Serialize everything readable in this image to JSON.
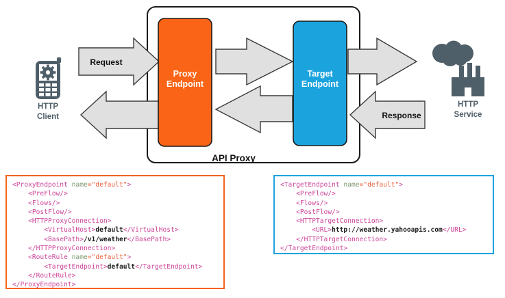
{
  "diagram": {
    "container_label": "API Proxy",
    "nodes": {
      "client": {
        "label_line1": "HTTP",
        "label_line2": "Client",
        "icon": "mobile-phone-gear-icon",
        "color": "#4F5F69"
      },
      "proxy_endpoint": {
        "label_line1": "Proxy",
        "label_line2": "Endpoint",
        "color": "#FA6416",
        "text_color": "#ffffff"
      },
      "target_endpoint": {
        "label_line1": "Target",
        "label_line2": "Endpoint",
        "color": "#1BA3DE",
        "text_color": "#ffffff"
      },
      "service": {
        "label_line1": "HTTP",
        "label_line2": "Service",
        "icon": "factory-cloud-icon",
        "color": "#4F5F69"
      }
    },
    "arrows": {
      "request_label": "Request",
      "response_label": "Response",
      "fill": "#E0E0E0",
      "stroke": "#3b3b3b"
    }
  },
  "code_panels": {
    "proxy": {
      "border_color": "#F4631B",
      "lines": [
        [
          {
            "t": "tag",
            "s": "<ProxyEndpoint "
          },
          {
            "t": "attr",
            "s": "name"
          },
          {
            "t": "val",
            "s": "=\"default\""
          },
          {
            "t": "tag",
            "s": ">"
          }
        ],
        [
          {
            "t": "plain",
            "s": "    "
          },
          {
            "t": "tag",
            "s": "<PreFlow/>"
          }
        ],
        [
          {
            "t": "plain",
            "s": "    "
          },
          {
            "t": "tag",
            "s": "<Flows/>"
          }
        ],
        [
          {
            "t": "plain",
            "s": "    "
          },
          {
            "t": "tag",
            "s": "<PostFlow/>"
          }
        ],
        [
          {
            "t": "plain",
            "s": "    "
          },
          {
            "t": "tag",
            "s": "<HTTPProxyConnection>"
          }
        ],
        [
          {
            "t": "plain",
            "s": "        "
          },
          {
            "t": "tag",
            "s": "<VirtualHost>"
          },
          {
            "t": "txt",
            "s": "default"
          },
          {
            "t": "tag",
            "s": "</VirtualHost>"
          }
        ],
        [
          {
            "t": "plain",
            "s": "        "
          },
          {
            "t": "tag",
            "s": "<BasePath>"
          },
          {
            "t": "txt",
            "s": "/v1/weather"
          },
          {
            "t": "tag",
            "s": "</BasePath>"
          }
        ],
        [
          {
            "t": "plain",
            "s": "    "
          },
          {
            "t": "tag",
            "s": "</HTTPProxyConnection>"
          }
        ],
        [
          {
            "t": "plain",
            "s": "    "
          },
          {
            "t": "tag",
            "s": "<RouteRule "
          },
          {
            "t": "attr",
            "s": "name"
          },
          {
            "t": "val",
            "s": "=\"default\""
          },
          {
            "t": "tag",
            "s": ">"
          }
        ],
        [
          {
            "t": "plain",
            "s": "        "
          },
          {
            "t": "tag",
            "s": "<TargetEndpoint>"
          },
          {
            "t": "txt",
            "s": "default"
          },
          {
            "t": "tag",
            "s": "</TargetEndpoint>"
          }
        ],
        [
          {
            "t": "plain",
            "s": "    "
          },
          {
            "t": "tag",
            "s": "</RouteRule>"
          }
        ],
        [
          {
            "t": "tag",
            "s": "</ProxyEndpoint>"
          }
        ]
      ]
    },
    "target": {
      "border_color": "#1BA3DE",
      "lines": [
        [
          {
            "t": "tag",
            "s": "<TargetEndpoint "
          },
          {
            "t": "attr",
            "s": "name"
          },
          {
            "t": "val",
            "s": "=\"default\""
          },
          {
            "t": "tag",
            "s": ">"
          }
        ],
        [
          {
            "t": "plain",
            "s": "    "
          },
          {
            "t": "tag",
            "s": "<PreFlow/>"
          }
        ],
        [
          {
            "t": "plain",
            "s": "    "
          },
          {
            "t": "tag",
            "s": "<Flows/>"
          }
        ],
        [
          {
            "t": "plain",
            "s": "    "
          },
          {
            "t": "tag",
            "s": "<PostFlow/>"
          }
        ],
        [
          {
            "t": "plain",
            "s": "    "
          },
          {
            "t": "tag",
            "s": "<HTTPTargetConnection>"
          }
        ],
        [
          {
            "t": "plain",
            "s": "        "
          },
          {
            "t": "tag",
            "s": "<URL>"
          },
          {
            "t": "txt",
            "s": "http://weather.yahooapis.com"
          },
          {
            "t": "tag",
            "s": "</URL>"
          }
        ],
        [
          {
            "t": "plain",
            "s": "    "
          },
          {
            "t": "tag",
            "s": "</HTTPTargetConnection>"
          }
        ],
        [
          {
            "t": "tag",
            "s": "</TargetEndpoint>"
          }
        ]
      ]
    }
  }
}
